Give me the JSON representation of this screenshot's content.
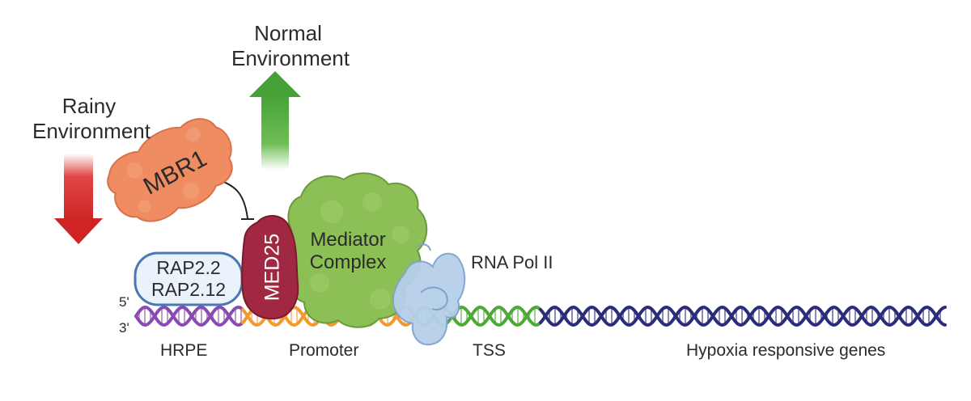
{
  "conditions": {
    "normal": {
      "line1": "Normal",
      "line2": "Environment",
      "arrow_color": "#4aa53a"
    },
    "rainy": {
      "line1": "Rainy",
      "line2": "Environment",
      "arrow_color": "#d42a2a"
    }
  },
  "proteins": {
    "mbr1": {
      "label": "MBR1",
      "color": "#ef8c62"
    },
    "med25": {
      "label": "MED25",
      "color": "#a3253f"
    },
    "mediator": {
      "line1": "Mediator",
      "line2": "Complex",
      "color": "#8dc05a"
    },
    "rap": {
      "line1": "RAP2.2",
      "line2": "RAP2.12",
      "color": "#eaf2fb"
    },
    "rna_pol": {
      "label": "RNA Pol II",
      "color": "#b7cfe9"
    }
  },
  "dna": {
    "strand5": "5'",
    "strand3": "3'",
    "regions": [
      {
        "label": "HRPE",
        "color": "#8a4bb0"
      },
      {
        "label": "Promoter",
        "color": "#f29a2e"
      },
      {
        "label": "TSS",
        "color": "#4fa83a"
      },
      {
        "label": "Hypoxia responsive genes",
        "color": "#2b2d7a"
      }
    ]
  }
}
